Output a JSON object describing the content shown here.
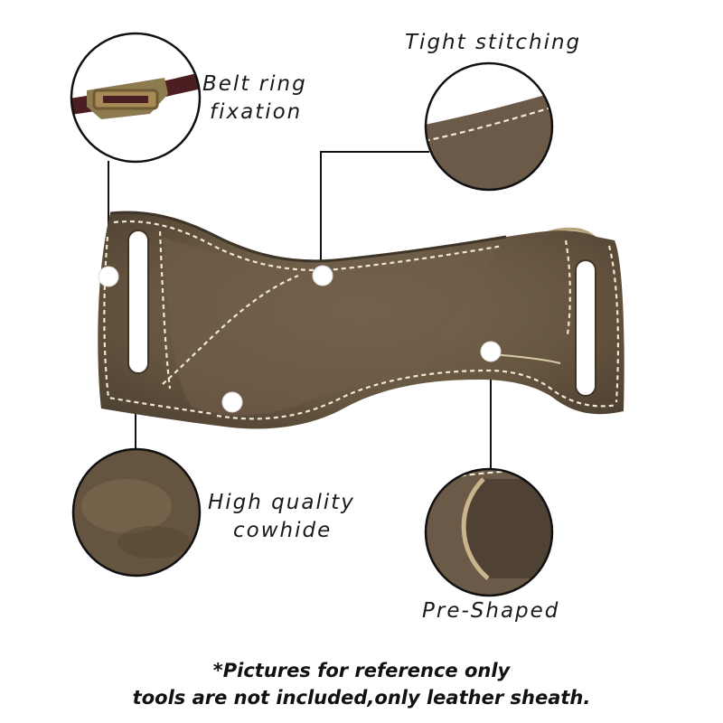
{
  "callouts": {
    "belt_ring": [
      "Belt ring",
      "fixation"
    ],
    "stitching": "Tight stitching",
    "cowhide": [
      "High quality",
      "cowhide"
    ],
    "pre_shaped": "Pre-Shaped"
  },
  "disclaimer": {
    "line1": "*Pictures for reference only",
    "line2": "tools are not included,only leather sheath."
  },
  "colors": {
    "leather": "#6b5a47",
    "leather_dark": "#4f4234",
    "stitch": "#efe8d6",
    "handle": "#e3d2b1",
    "wood": "#4a3a33",
    "belt": "#4b1e22",
    "brass": "#a78a55"
  }
}
